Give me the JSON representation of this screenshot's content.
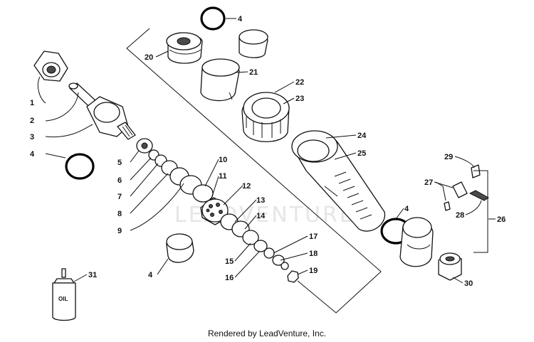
{
  "watermark": "LEADVENTURE",
  "credit": "Rendered by LeadVenture, Inc.",
  "oil_label": "OIL",
  "callouts": {
    "c1": "1",
    "c2": "2",
    "c3": "3",
    "c4a": "4",
    "c4b": "4",
    "c4c": "4",
    "c4d": "4",
    "c5": "5",
    "c6": "6",
    "c7": "7",
    "c8": "8",
    "c9": "9",
    "c10": "10",
    "c11": "11",
    "c12": "12",
    "c13": "13",
    "c14": "14",
    "c15": "15",
    "c16": "16",
    "c17": "17",
    "c18": "18",
    "c19": "19",
    "c20": "20",
    "c21": "21",
    "c22": "22",
    "c23": "23",
    "c24": "24",
    "c25": "25",
    "c26": "26",
    "c27": "27",
    "c28": "28",
    "c29": "29",
    "c30": "30",
    "c31": "31"
  }
}
